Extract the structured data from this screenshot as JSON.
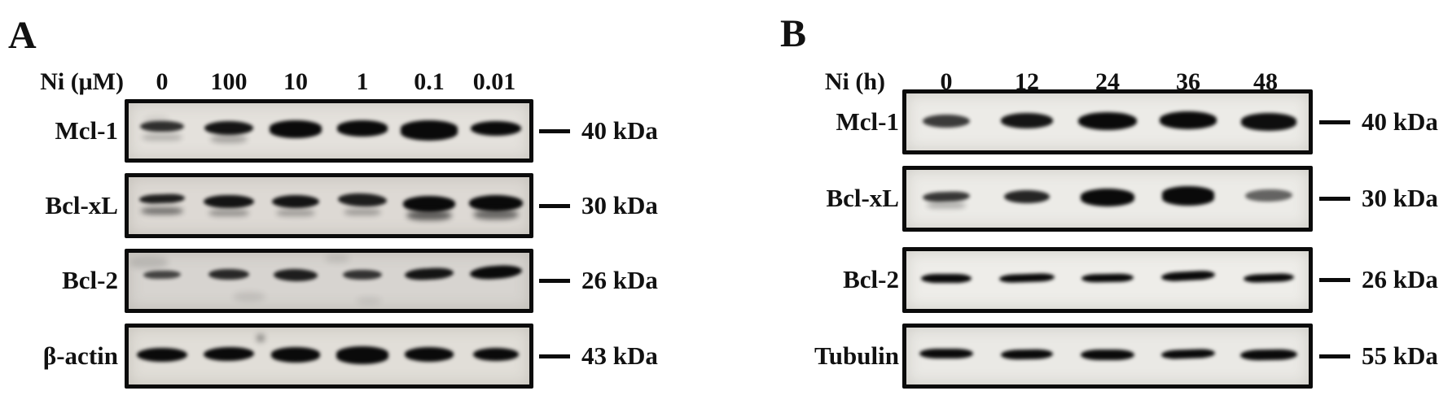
{
  "colors": {
    "text": "#111111",
    "box_border": "#0b0b0b",
    "band": "#0a0a0a",
    "blot_backgrounds_panel_a": [
      "#e4e1dc",
      "#ddd9d4",
      "#d7d4d0",
      "#e1ded8"
    ],
    "blot_backgrounds_panel_b": [
      "#ecebe7",
      "#ecebe7",
      "#eeede9",
      "#eae9e5"
    ]
  },
  "panels": [
    {
      "id": "A",
      "label": "A",
      "header_label": "Ni (μM)",
      "lanes": [
        "0",
        "100",
        "10",
        "1",
        "0.1",
        "0.01"
      ],
      "rows": [
        {
          "protein": "Mcl-1",
          "kda": "40 kDa",
          "bands": [
            [
              54,
              13,
              0.82,
              -6,
              0
            ],
            [
              60,
              17,
              0.95,
              -4,
              0
            ],
            [
              64,
              22,
              1,
              -2,
              0
            ],
            [
              62,
              20,
              1,
              -3,
              0
            ],
            [
              70,
              25,
              1,
              -1,
              0
            ],
            [
              62,
              18,
              1,
              -3,
              0
            ]
          ],
          "sub": [
            [
              50,
              8,
              0.22,
              8
            ],
            [
              46,
              10,
              0.28,
              10
            ],
            null,
            null,
            null,
            null
          ],
          "spots": [
            [
              0.07,
              0.32,
              30,
              12,
              0.1
            ]
          ]
        },
        {
          "protein": "Bcl-xL",
          "kda": "30 kDa",
          "bands": [
            [
              56,
              11,
              0.9,
              -9,
              -2
            ],
            [
              62,
              16,
              0.95,
              -5,
              0
            ],
            [
              58,
              16,
              0.95,
              -5,
              0
            ],
            [
              60,
              16,
              0.9,
              -7,
              2
            ],
            [
              64,
              20,
              1,
              -2,
              0
            ],
            [
              66,
              20,
              1,
              -3,
              0
            ]
          ],
          "sub": [
            [
              52,
              9,
              0.5,
              6
            ],
            [
              50,
              8,
              0.35,
              9
            ],
            [
              48,
              8,
              0.3,
              9
            ],
            [
              46,
              8,
              0.3,
              8
            ],
            [
              56,
              12,
              0.6,
              12
            ],
            [
              56,
              12,
              0.55,
              11
            ]
          ],
          "spots": []
        },
        {
          "protein": "Bcl-2",
          "kda": "26 kDa",
          "bands": [
            [
              46,
              10,
              0.72,
              -8,
              -1
            ],
            [
              50,
              13,
              0.85,
              -8,
              0
            ],
            [
              54,
              15,
              0.9,
              -7,
              1
            ],
            [
              48,
              12,
              0.8,
              -8,
              0
            ],
            [
              60,
              14,
              0.95,
              -9,
              -3
            ],
            [
              64,
              16,
              1,
              -11,
              -4
            ]
          ],
          "sub": [
            null,
            null,
            null,
            null,
            null,
            null
          ],
          "spots": [
            [
              0.05,
              0.18,
              46,
              16,
              0.13
            ],
            [
              0.52,
              0.1,
              30,
              10,
              0.1
            ],
            [
              0.3,
              0.78,
              40,
              12,
              0.1
            ],
            [
              0.6,
              0.85,
              30,
              10,
              0.08
            ]
          ]
        },
        {
          "protein": "β-actin",
          "kda": "43 kDa",
          "bands": [
            [
              62,
              17,
              1,
              -2,
              0
            ],
            [
              62,
              17,
              1,
              -3,
              -1
            ],
            [
              60,
              19,
              1,
              -2,
              0
            ],
            [
              64,
              22,
              1,
              -1,
              0
            ],
            [
              60,
              18,
              1,
              -2,
              0
            ],
            [
              56,
              16,
              1,
              -2,
              0
            ]
          ],
          "sub": [
            null,
            null,
            null,
            null,
            null,
            null
          ],
          "spots": [
            [
              0.33,
              0.18,
              8,
              8,
              0.55
            ]
          ]
        }
      ]
    },
    {
      "id": "B",
      "label": "B",
      "header_label": "Ni (h)",
      "lanes": [
        "0",
        "12",
        "24",
        "36",
        "48"
      ],
      "rows": [
        {
          "protein": "Mcl-1",
          "kda": "40 kDa",
          "bands": [
            [
              58,
              16,
              0.78,
              -1,
              0
            ],
            [
              64,
              19,
              0.95,
              -2,
              0
            ],
            [
              72,
              22,
              1,
              -1,
              0
            ],
            [
              70,
              22,
              1,
              -2,
              0
            ],
            [
              68,
              22,
              0.98,
              0,
              0
            ]
          ],
          "sub": [
            null,
            null,
            null,
            null,
            null
          ],
          "spots": []
        },
        {
          "protein": "Bcl-xL",
          "kda": "30 kDa",
          "bands": [
            [
              58,
              12,
              0.8,
              -3,
              -2
            ],
            [
              56,
              16,
              0.88,
              -3,
              0
            ],
            [
              66,
              22,
              1,
              -2,
              0
            ],
            [
              64,
              24,
              1,
              -4,
              0
            ],
            [
              58,
              15,
              0.6,
              -4,
              -1
            ]
          ],
          "sub": [
            [
              48,
              7,
              0.3,
              8
            ],
            null,
            null,
            null,
            null
          ],
          "spots": []
        },
        {
          "protein": "Bcl-2",
          "kda": "26 kDa",
          "bands": [
            [
              62,
              11,
              1,
              -2,
              0
            ],
            [
              68,
              10,
              1,
              -3,
              -2
            ],
            [
              64,
              10,
              1,
              -3,
              -1
            ],
            [
              66,
              11,
              1,
              -5,
              -3
            ],
            [
              62,
              10,
              1,
              -3,
              -2
            ]
          ],
          "sub": [
            null,
            null,
            null,
            null,
            null
          ],
          "spots": []
        },
        {
          "protein": "Tubulin",
          "kda": "55 kDa",
          "bands": [
            [
              66,
              12,
              1,
              -3,
              0
            ],
            [
              64,
              12,
              1,
              -2,
              -1
            ],
            [
              66,
              13,
              1,
              -2,
              0
            ],
            [
              66,
              11,
              1,
              -3,
              -2
            ],
            [
              70,
              13,
              1,
              -2,
              -1
            ]
          ],
          "sub": [
            null,
            null,
            null,
            null,
            null
          ],
          "spots": []
        }
      ]
    }
  ]
}
